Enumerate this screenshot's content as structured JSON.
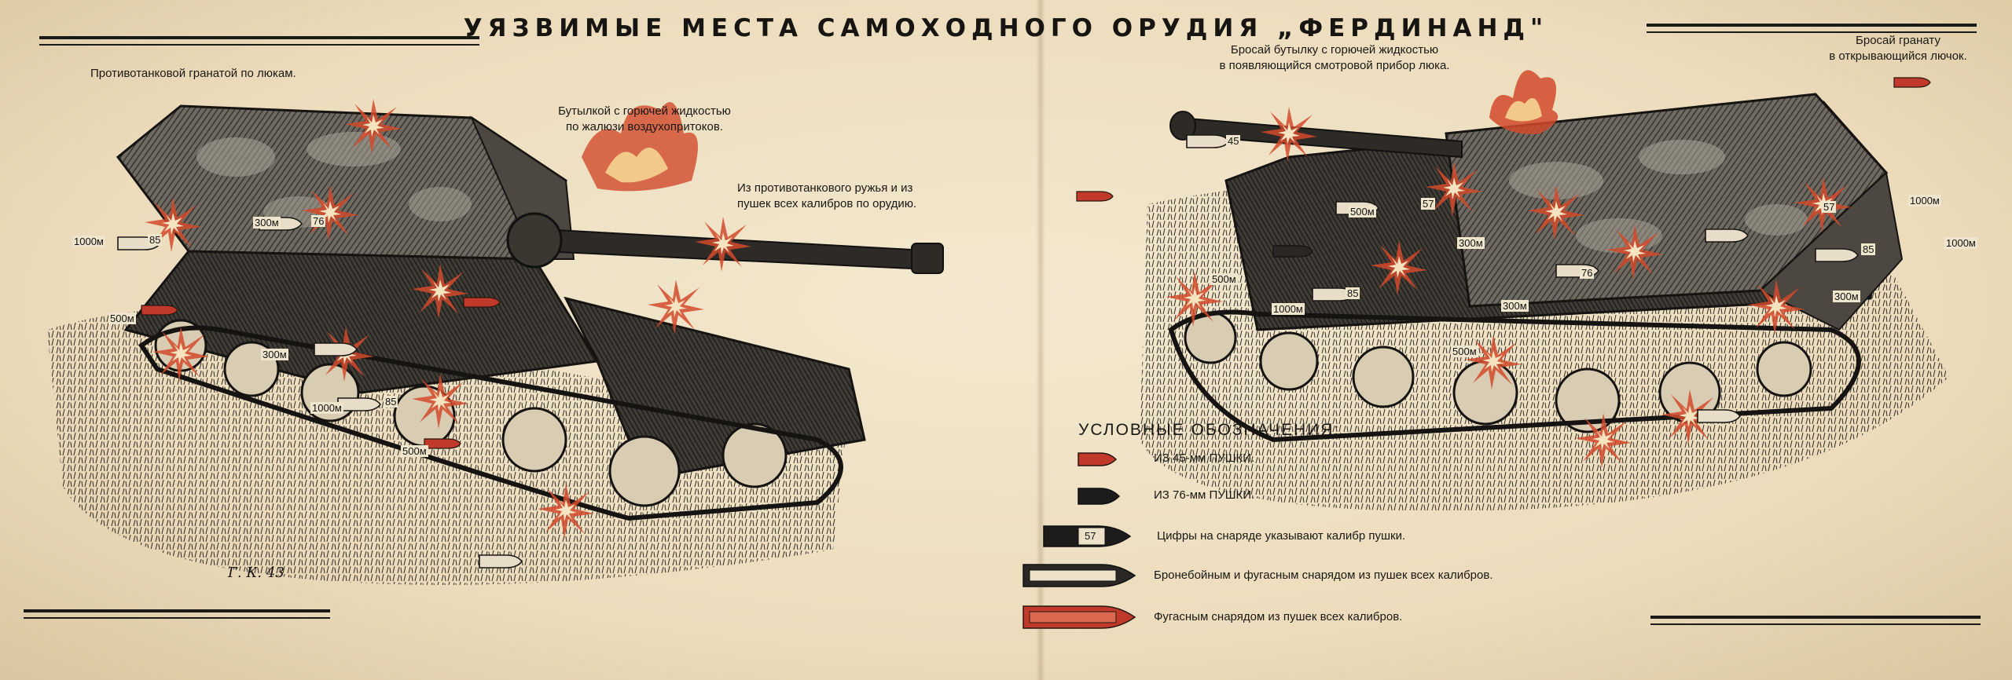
{
  "title": "УЯЗВИМЫЕ МЕСТА САМОХОДНОГО ОРУДИЯ „ФЕРДИНАНД\"",
  "callouts": {
    "hatch_grenade_left": "Противотанковой гранатой по люкам.",
    "bottle_louvers_line1": "Бутылкой с горючей жидкостью",
    "bottle_louvers_line2": "по жалюзи воздухопритоков.",
    "antitank_rifle_line1": "Из противотанкового ружья и из",
    "antitank_rifle_line2": "пушек всех калибров по орудию.",
    "bottle_sight_line1": "Бросай бутылку с горючей жидкостью",
    "bottle_sight_line2": "в появляющийся смотровой прибор люка.",
    "grenade_hatch_right_line1": "Бросай гранату",
    "grenade_hatch_right_line2": "в открывающийся лючок."
  },
  "shell_labels": {
    "l1": "1000м",
    "l1_cal": "85",
    "l2": "300м",
    "l2_cal": "76",
    "l3": "500м",
    "l4": "300м",
    "l5": "1000м",
    "l5_cal": "85",
    "l6": "500м",
    "r1": "45",
    "r2": "500м",
    "r2_cal": "57",
    "r3": "300м",
    "r4": "500м",
    "r5": "1000м",
    "r5_cal": "85",
    "r6": "76",
    "r7": "300м",
    "r8": "500м",
    "r9": "57",
    "r9_dist": "1000м",
    "r10": "85",
    "r10_dist": "1000м",
    "r11": "300м"
  },
  "legend": {
    "title": "УСЛОВНЫЕ ОБОЗНАЧЕНИЯ:",
    "items": [
      {
        "text": "ИЗ 45-мм ПУШКИ.",
        "color": "#c0392b"
      },
      {
        "text": "ИЗ 76-мм ПУШКИ.",
        "color": "#1e1c1a"
      },
      {
        "text": "Цифры на снаряде указывают калибр пушки.",
        "badge": "57"
      },
      {
        "text": "Бронебойным и фугасным снарядом из пушек всех калибров.",
        "color": "#2a2724"
      },
      {
        "text": "Фугасным снарядом из пушек всех калибров.",
        "color": "#c0392b"
      }
    ]
  },
  "signature": "Г. К. 43",
  "colors": {
    "paper": "#efe2c6",
    "ink": "#1c1a17",
    "hit_red": "#c0392b"
  }
}
